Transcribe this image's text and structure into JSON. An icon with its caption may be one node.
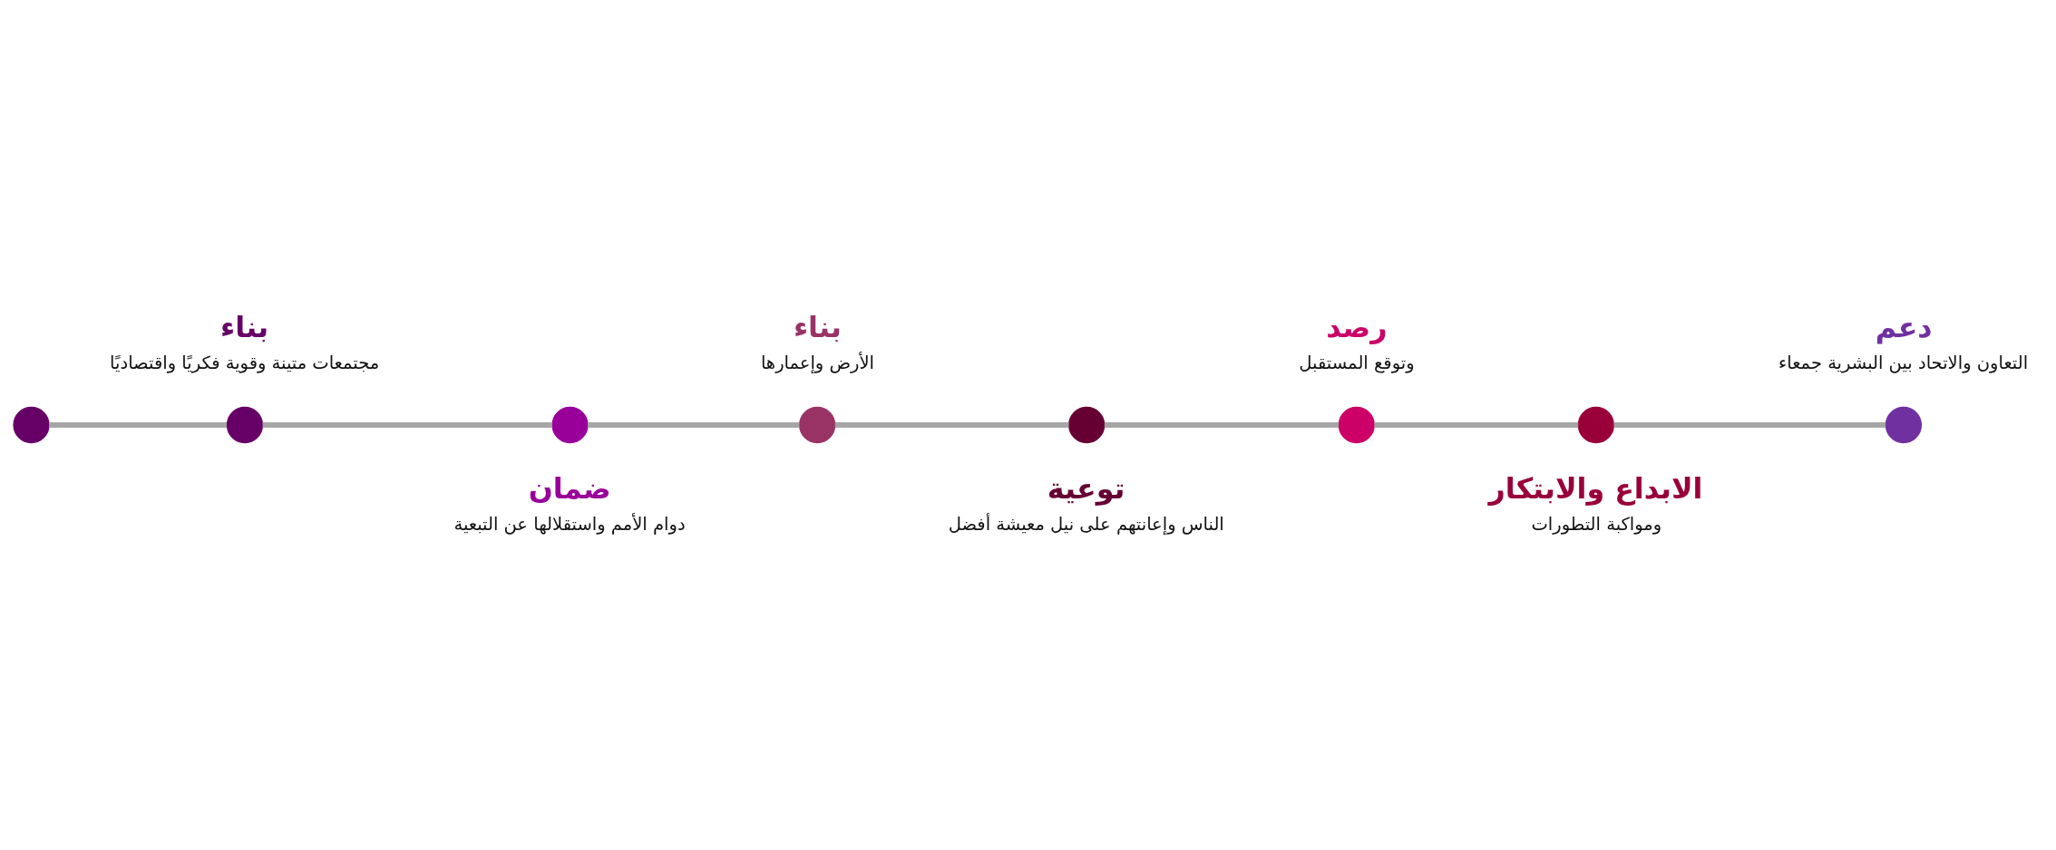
{
  "diagram": {
    "nodes": [
      {
        "text": [],
        "shape": "circle",
        "beside": [
          "دعم",
          "التعاون والاتحاد بين البشرية جمعاء"
        ]
      },
      {
        "text": [],
        "shape": "circle",
        "beside": [
          "الابداع والابتكار",
          "ومواكبة التطورات"
        ]
      },
      {
        "text": [],
        "shape": "circle",
        "beside": [
          "رصد",
          "وتوقع المستقبل"
        ]
      },
      {
        "text": [],
        "shape": "circle",
        "beside": [
          "توعية",
          "الناس وإعانتهم على نيل معيشة أفضل"
        ]
      },
      {
        "text": [],
        "shape": "circle",
        "beside": [
          "بناء",
          "الأرض وإعمارها"
        ]
      },
      {
        "text": [],
        "shape": "circle",
        "beside": [
          "ضمان",
          "دوام الأمم واستقلالها عن التبعية"
        ]
      },
      {
        "text": [],
        "shape": "circle",
        "beside": [
          "بناء",
          "مجتمعات متينة وقوية فكريًا واقتصاديًا"
        ]
      },
      {
        "text": [],
        "shape": "circle"
      }
    ],
    "edges": [
      {
        "from": 0,
        "to": 1,
        "arrow": "none"
      },
      {
        "from": 1,
        "to": 2,
        "arrow": "none"
      },
      {
        "from": 2,
        "to": 3,
        "arrow": "none"
      },
      {
        "from": 3,
        "to": 4,
        "arrow": "none"
      },
      {
        "from": 4,
        "to": 5,
        "arrow": "none"
      },
      {
        "from": 5,
        "to": 6,
        "arrow": "none"
      },
      {
        "from": 6,
        "to": 7,
        "arrow": "none"
      }
    ]
  }
}
